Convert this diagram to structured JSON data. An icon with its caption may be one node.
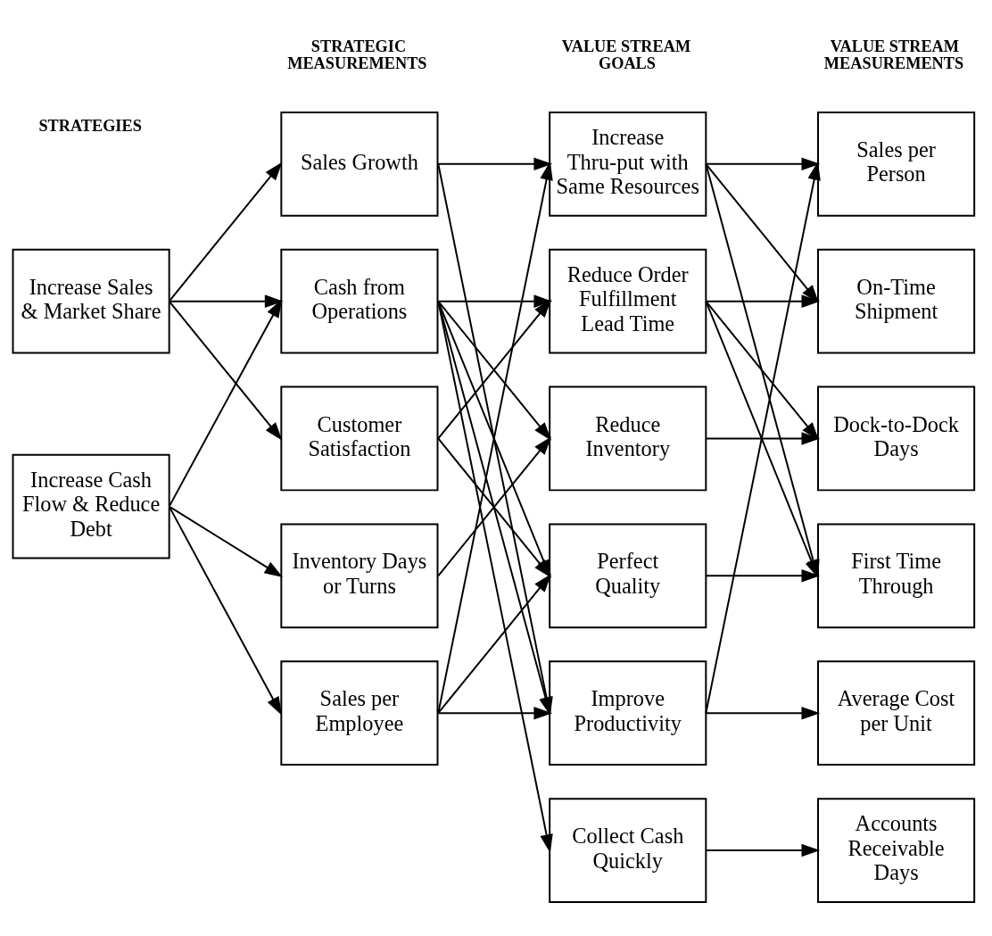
{
  "diagram": {
    "nodes": [
      {
        "text": [
          "Increase Sales & Market Share"
        ]
      },
      {
        "text": [
          "Increase Cash Flow & Reduce Debt"
        ]
      },
      {
        "text": [
          "Sales Growth"
        ]
      },
      {
        "text": [
          "Cash from Operations"
        ]
      },
      {
        "text": [
          "Customer Satisfaction"
        ]
      },
      {
        "text": [
          "Inventory Days or Turns"
        ]
      },
      {
        "text": [
          "Sales per Employee"
        ]
      },
      {
        "text": [
          "Increase Thru-put with Same Resources"
        ]
      },
      {
        "text": [
          "Reduce Order Fulfillment Lead Time"
        ]
      },
      {
        "text": [
          "Reduce Inventory"
        ]
      },
      {
        "text": [
          "Perfect Quality"
        ]
      },
      {
        "text": [
          "Improve Productivity"
        ]
      },
      {
        "text": [
          "Collect Cash Quickly"
        ]
      },
      {
        "text": [
          "Sales per Person"
        ]
      },
      {
        "text": [
          "On-Time Shipment"
        ]
      },
      {
        "text": [
          "Dock-to-Dock Days"
        ]
      },
      {
        "text": [
          "First Time Through"
        ]
      },
      {
        "text": [
          "Average Cost per Unit"
        ]
      },
      {
        "text": [
          "Accounts Receivable Days"
        ]
      }
    ],
    "edges": [
      {
        "from": 0,
        "to": 2,
        "arrow": "to"
      },
      {
        "from": 0,
        "to": 3,
        "arrow": "to"
      },
      {
        "from": 0,
        "to": 4,
        "arrow": "to"
      },
      {
        "from": 1,
        "to": 3,
        "arrow": "to"
      },
      {
        "from": 1,
        "to": 5,
        "arrow": "to"
      },
      {
        "from": 1,
        "to": 6,
        "arrow": "to"
      },
      {
        "from": 2,
        "to": 7,
        "arrow": "to"
      },
      {
        "from": 2,
        "to": 11,
        "arrow": "to"
      },
      {
        "from": 3,
        "to": 8,
        "arrow": "to"
      },
      {
        "from": 3,
        "to": 9,
        "arrow": "to"
      },
      {
        "from": 3,
        "to": 10,
        "arrow": "to"
      },
      {
        "from": 3,
        "to": 11,
        "arrow": "to"
      },
      {
        "from": 3,
        "to": 12,
        "arrow": "to"
      },
      {
        "from": 4,
        "to": 8,
        "arrow": "to"
      },
      {
        "from": 4,
        "to": 10,
        "arrow": "to"
      },
      {
        "from": 5,
        "to": 9,
        "arrow": "to"
      },
      {
        "from": 6,
        "to": 7,
        "arrow": "to"
      },
      {
        "from": 6,
        "to": 10,
        "arrow": "to"
      },
      {
        "from": 6,
        "to": 11,
        "arrow": "to"
      },
      {
        "from": 7,
        "to": 13,
        "arrow": "to"
      },
      {
        "from": 7,
        "to": 14,
        "arrow": "to"
      },
      {
        "from": 7,
        "to": 16,
        "arrow": "to"
      },
      {
        "from": 8,
        "to": 14,
        "arrow": "to"
      },
      {
        "from": 8,
        "to": 15,
        "arrow": "to"
      },
      {
        "from": 8,
        "to": 16,
        "arrow": "to"
      },
      {
        "from": 9,
        "to": 15,
        "arrow": "to"
      },
      {
        "from": 10,
        "to": 16,
        "arrow": "to"
      },
      {
        "from": 11,
        "to": 13,
        "arrow": "to"
      },
      {
        "from": 11,
        "to": 17,
        "arrow": "to"
      },
      {
        "from": 12,
        "to": 18,
        "arrow": "to"
      }
    ],
    "labels": [
      "STRATEGIES",
      "STRATEGIC MEASUREMENTS",
      "VALUE STREAM GOALS",
      "VALUE STREAM MEASUREMENTS"
    ]
  }
}
